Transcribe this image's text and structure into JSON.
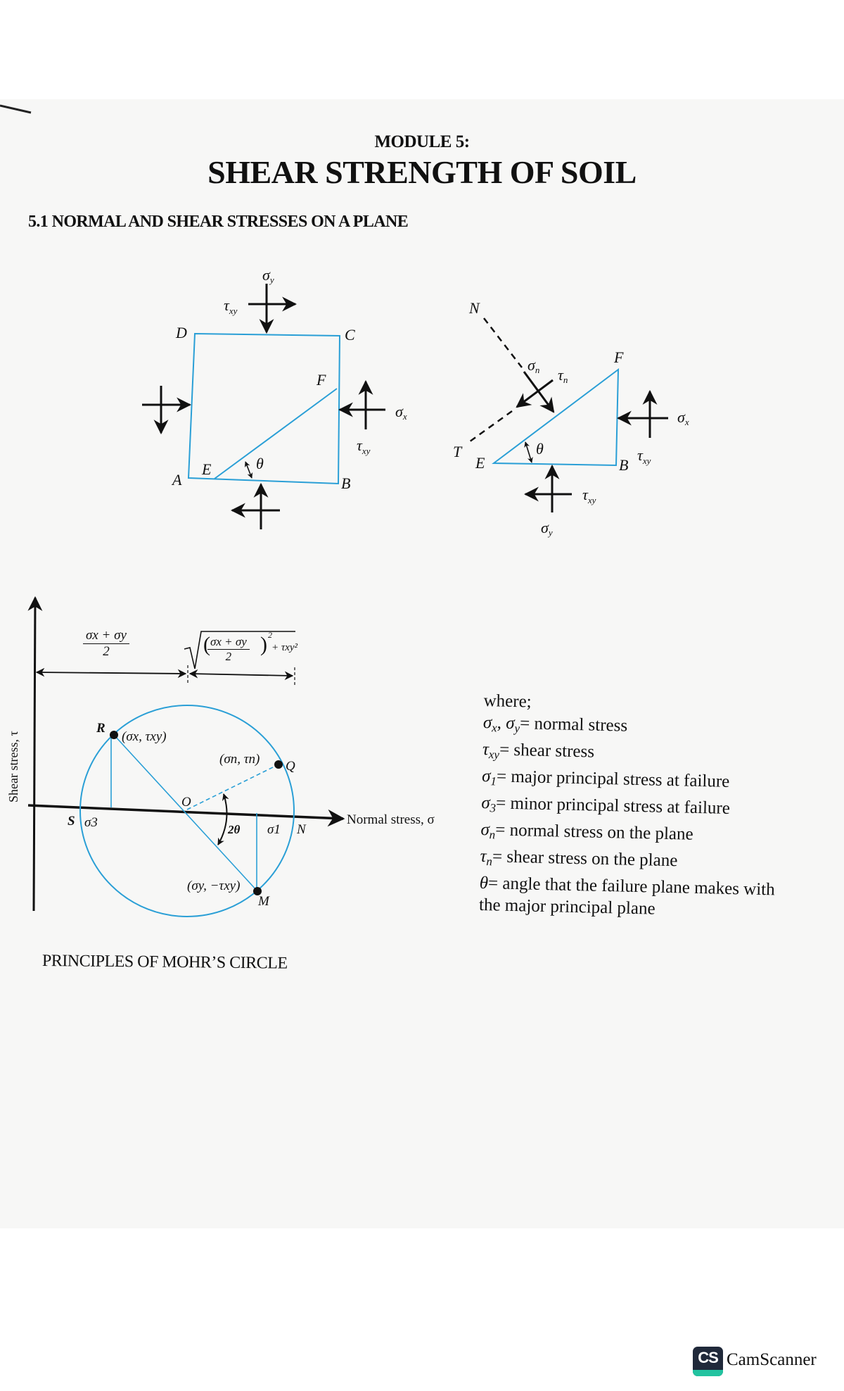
{
  "header": {
    "module": "MODULE 5:",
    "title": "SHEAR STRENGTH OF SOIL",
    "section": "5.1 NORMAL AND SHEAR STRESSES ON A PLANE"
  },
  "element_diagram": {
    "corners": {
      "a": "A",
      "b": "B",
      "c": "C",
      "d": "D",
      "e": "E",
      "f": "F"
    },
    "sigma": "σ",
    "tau": "τ",
    "sub_x": "x",
    "sub_y": "y",
    "sub_xy": "xy",
    "theta": "θ"
  },
  "wedge_diagram": {
    "n": "N",
    "t": "T",
    "e": "E",
    "f": "F",
    "b": "B",
    "sigma": "σ",
    "tau": "τ",
    "sub_n": "n",
    "sub_x": "x",
    "sub_y": "y",
    "sub_xy": "xy",
    "theta": "θ"
  },
  "mohr": {
    "y_axis_label": "Shear stress, τ",
    "x_axis_label": "Normal stress, σ",
    "center_formula": {
      "num": "σx + σy",
      "den": "2"
    },
    "radius_formula": {
      "num": "σx + σy",
      "den": "2",
      "tail": "+ τxy²",
      "exp": "2"
    },
    "points": {
      "r": "R",
      "r_coord": "(σx, τxy)",
      "q": "Q",
      "q_coord": "(σn, τn)",
      "m": "M",
      "m_coord": "(σy, −τxy)",
      "o": "O",
      "s": "S",
      "n": "N"
    },
    "sigma3": "σ3",
    "sigma1": "σ1",
    "two_theta": "2θ",
    "caption": "PRINCIPLES OF MOHR’S CIRCLE"
  },
  "legend": {
    "intro": "where;",
    "items": [
      {
        "sym": "σ",
        "sub": "x",
        "sep": ", ",
        "sym2": "σ",
        "sub2": "y",
        "text": "= normal stress"
      },
      {
        "sym": "τ",
        "sub": "xy",
        "text": "= shear stress"
      },
      {
        "sym": "σ",
        "sub": "1",
        "text": "= major principal stress at failure"
      },
      {
        "sym": "σ",
        "sub": "3",
        "text": "= minor principal stress at failure"
      },
      {
        "sym": "σ",
        "sub": "n",
        "text": "= normal stress on the plane"
      },
      {
        "sym": "τ",
        "sub": "n",
        "text": "= shear stress on the plane"
      },
      {
        "sym": "θ",
        "text": "= angle that the failure plane makes with"
      }
    ],
    "last_line": "the major principal plane"
  },
  "watermark": {
    "logo": "CS",
    "name": "CamScanner"
  },
  "colors": {
    "diagram_line": "#2a9fd6",
    "ink": "#111111",
    "logo_dark": "#20293a",
    "logo_accent": "#22c3a0"
  }
}
